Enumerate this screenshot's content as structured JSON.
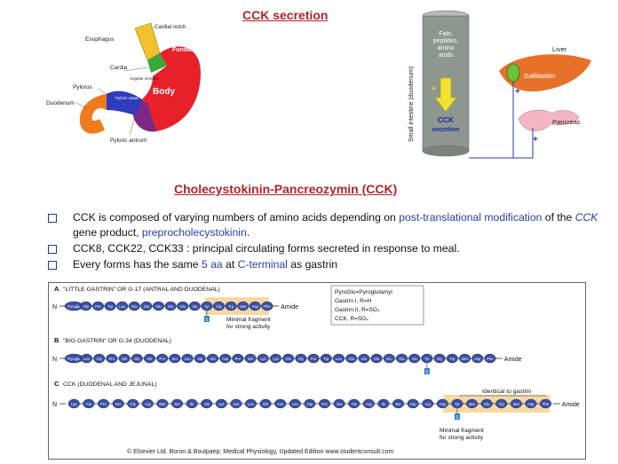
{
  "titles": {
    "secretion": "CCK secretion",
    "main": "Cholecystokinin-Pancreozymin (CCK)"
  },
  "stomach": {
    "labels": {
      "cardial_notch": "Cardial notch",
      "esophagus": "Esophagus",
      "fundus": "Fundus",
      "cardia": "Cardia",
      "angular_incisure": "Angular incisure",
      "body": "Body",
      "pylorus": "Pylorus",
      "duodenum": "Duodenum",
      "pyloric_canal": "Pyloric canal",
      "pyloric_antrum": "Pyloric antrum"
    },
    "colors": {
      "esophagus": "#f2c12e",
      "cardia": "#3aa836",
      "fundus": "#e8202a",
      "body": "#e8202a",
      "pylorus": "#2e3dbf",
      "antrum": "#7a2a86",
      "duodenum": "#f07a1e"
    }
  },
  "secretion_diagram": {
    "tube_label": "Small intestine (duodenum)",
    "nutrients": "Fats, peptides, amino acids",
    "cck_label": "CCK secretion",
    "liver": "Liver",
    "gallbladder": "Gallbladder",
    "pancreas": "Pancreas",
    "plus": "+",
    "colors": {
      "tube": "#8e9690",
      "liver": "#e8712a",
      "gallbladder": "#6bc23a",
      "pancreas": "#f4b6c2",
      "arrow": "#f2e12e",
      "lines": "#2d39a8"
    }
  },
  "bullets": [
    {
      "parts": [
        {
          "text": "CCK is composed of varying numbers of amino acids depending on ",
          "style": "normal"
        },
        {
          "text": "post-translational modification",
          "style": "blue"
        },
        {
          "text": " of the ",
          "style": "normal"
        },
        {
          "text": "CCK",
          "style": "blue-italic"
        },
        {
          "text": " gene product, ",
          "style": "normal"
        },
        {
          "text": "preprocholecystokinin",
          "style": "blue"
        },
        {
          "text": ".",
          "style": "normal"
        }
      ]
    },
    {
      "parts": [
        {
          "text": "CCK8, CCK22, CCK33 : principal circulating forms secreted in response to meal.",
          "style": "normal"
        }
      ]
    },
    {
      "parts": [
        {
          "text": "Every forms has the same ",
          "style": "normal"
        },
        {
          "text": "5 aa",
          "style": "blue"
        },
        {
          "text": " at ",
          "style": "normal"
        },
        {
          "text": "C-terminal",
          "style": "blue"
        },
        {
          "text": " as gastrin",
          "style": "normal"
        }
      ]
    }
  ],
  "peptide_figure": {
    "panel_a_title": "\"LITTLE GASTRIN\" OR G-17 (ANTRAL AND DUODENAL)",
    "panel_b_title": "\"BIG GASTRIN\" OR G-34 (DUODENAL)",
    "panel_c_title": "CCK (DUODENAL AND JEJUNAL)",
    "panel_a_letter": "A",
    "panel_b_letter": "B",
    "panel_c_letter": "C",
    "n_label": "N",
    "amide_label": "Amide",
    "sulfate_label": "S",
    "minimal_fragment": "Minimal fragment for strong activity",
    "identical_to_gastrin": "Identical to gastrin",
    "legend": [
      "PyroGlu=Pyroglutamyl",
      "Gastrin I, R=H",
      "Gastrin II, R=SO₄",
      "CCK, R=SO₄"
    ],
    "residues_a": [
      "Pyroglu",
      "Gly",
      "Pro",
      "Trp",
      "Leu",
      "Glu",
      "Glu",
      "Glu",
      "Glu",
      "Glu",
      "Ala",
      "Tyr",
      "Gly",
      "Trp",
      "Met",
      "Asp",
      "Phe"
    ],
    "residues_b": [
      "Pyroglu",
      "Leu",
      "Gly",
      "Pro",
      "Gln",
      "Gly",
      "His",
      "Pro",
      "Ser",
      "Leu",
      "Val",
      "Ala",
      "Asp",
      "Pro",
      "Ser",
      "Lys",
      "Lys",
      "Gln",
      "Gly",
      "Pro",
      "Trp",
      "Leu",
      "Glu",
      "Glu",
      "Glu",
      "Glu",
      "Glu",
      "Ala",
      "Tyr",
      "Gly",
      "Trp",
      "Met",
      "Asp",
      "Phe"
    ],
    "residues_c": [
      "Lys",
      "Ala",
      "Pro",
      "Ser",
      "Gly",
      "Arg",
      "Met",
      "Ser",
      "Ile",
      "Val",
      "Lys",
      "Asn",
      "Leu",
      "Gln",
      "Asn",
      "Leu",
      "Asp",
      "Pro",
      "Ser",
      "His",
      "Arg",
      "Ile",
      "Ser",
      "Asp",
      "Arg",
      "Asp",
      "Tyr",
      "Met",
      "Gly",
      "Trp",
      "Met",
      "Asp",
      "Phe"
    ],
    "copyright": "© Elsevier Ltd. Boron & Boulpaep: Medical Physiology, Updated Edition   www.studentconsult.com",
    "colors": {
      "bead": "#3b4fa0",
      "bead_text": "#ffffff",
      "highlight": "#f6d8a4",
      "sulfate": "#2a7fc4"
    }
  }
}
